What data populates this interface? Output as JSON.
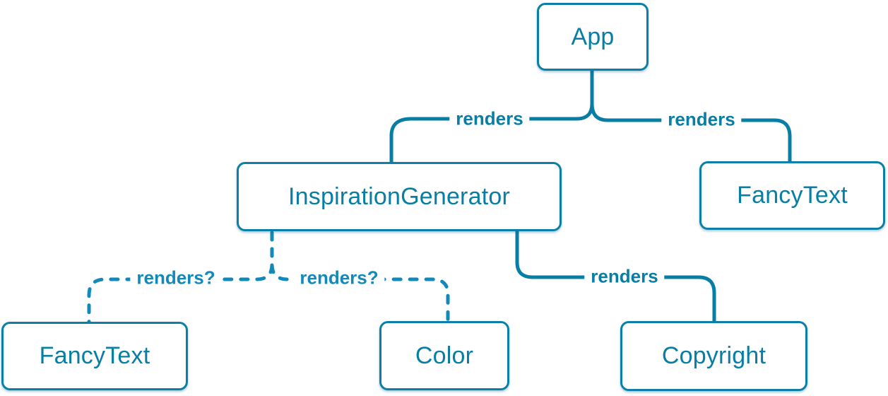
{
  "diagram": {
    "type": "component-render-tree",
    "colors": {
      "solid_edge": "#087ea4",
      "dashed_edge": "#1289b8",
      "node_text": "#087ea4",
      "node_border": "#0b7fa6",
      "node_bg": "#ffffff",
      "background": "#ffffff"
    },
    "nodes": {
      "app": {
        "label": "App"
      },
      "inspiration_generator": {
        "label": "InspirationGenerator"
      },
      "fancy_text_top": {
        "label": "FancyText"
      },
      "fancy_text_bottom": {
        "label": "FancyText"
      },
      "color": {
        "label": "Color"
      },
      "copyright": {
        "label": "Copyright"
      }
    },
    "edge_labels": {
      "app_to_inspiration": {
        "label": "renders",
        "style": "solid"
      },
      "app_to_fancytext": {
        "label": "renders",
        "style": "solid"
      },
      "inspiration_to_copyright": {
        "label": "renders",
        "style": "solid"
      },
      "inspiration_to_fancytext": {
        "label": "renders?",
        "style": "dashed"
      },
      "inspiration_to_color": {
        "label": "renders?",
        "style": "dashed"
      }
    }
  }
}
